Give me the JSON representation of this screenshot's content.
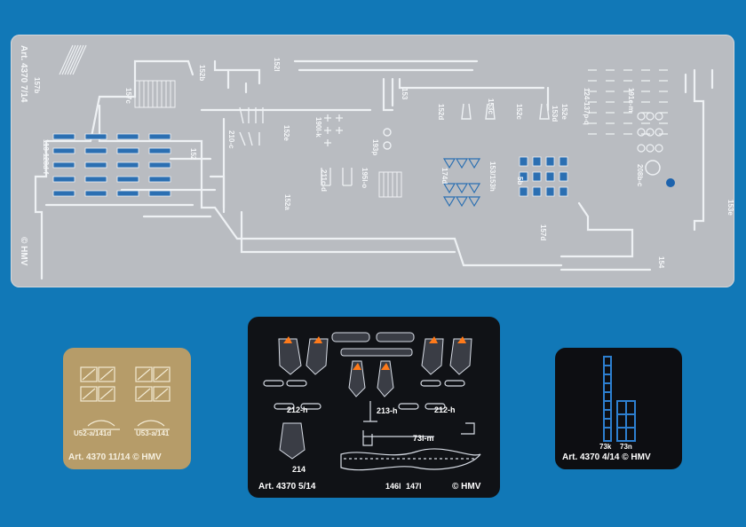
{
  "frets": {
    "grey": {
      "title": "Art. 4370 7/14",
      "copyright": "© HMV",
      "part_labels": [
        "157b",
        "157c",
        "152b",
        "152l",
        "153",
        "152d",
        "153c",
        "152c",
        "153d",
        "152e",
        "191c-m",
        "124-137p-q",
        "113-128d-f",
        "152",
        "210-c",
        "152e",
        "190l-k",
        "193p",
        "152a",
        "211c-d",
        "195l-o",
        "174d",
        "153/153h",
        "5b",
        "153e",
        "157d",
        "208b-c",
        "154"
      ]
    },
    "brass": {
      "title": "Art. 4370 11/14 © HMV",
      "part_labels": [
        "U52-a/141d",
        "U53-a/141"
      ]
    },
    "black": {
      "title": "Art. 4370 5/14",
      "copyright": "© HMV",
      "part_labels": [
        "212-h",
        "213-h",
        "212-h",
        "73l-m",
        "214",
        "146l",
        "147l"
      ]
    },
    "black_small": {
      "title": "Art. 4370 4/14 © HMV",
      "part_labels": [
        "73k",
        "73n"
      ]
    }
  },
  "colors": {
    "background": "#1178b7",
    "grey_fret": "#b9bcc1",
    "brass_fret": "#b69c69",
    "black_fret": "#101216",
    "part_blue": "#2b6fb2"
  }
}
